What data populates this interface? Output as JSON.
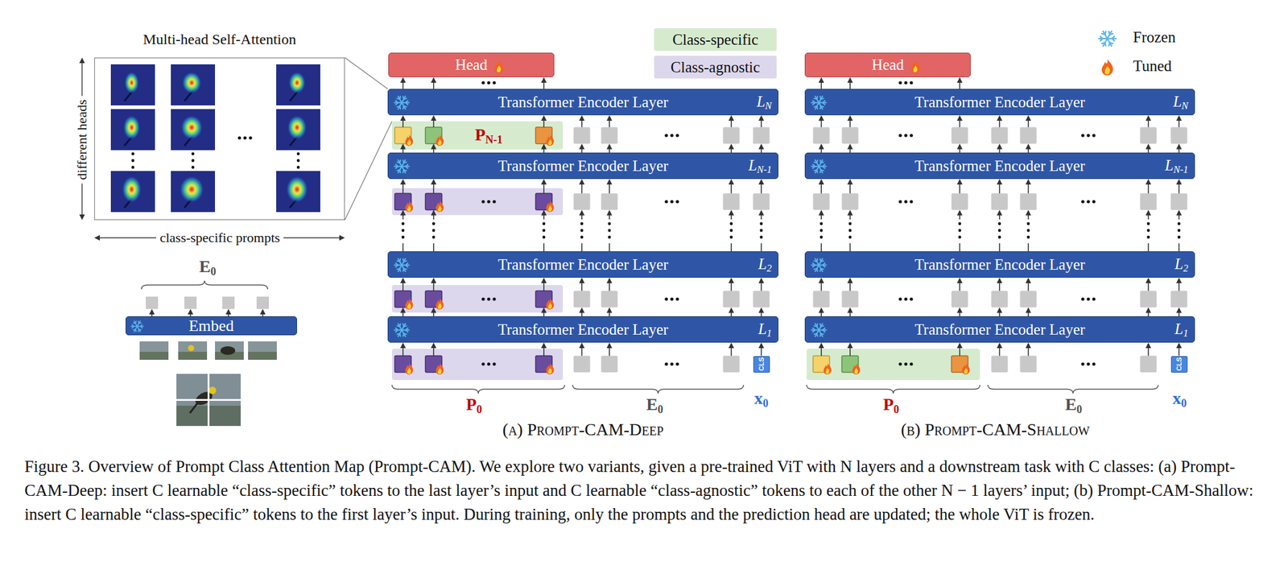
{
  "diagram": {
    "caption": "Figure 3. Overview of Prompt Class Attention Map (Prompt-CAM). We explore two variants, given a pre-trained ViT with N layers and a downstream task with C classes: (a) Prompt-CAM-Deep: insert C learnable “class-specific” tokens to the last layer’s input and C learnable “class-agnostic” tokens to each of the other N − 1 layers’ input; (b) Prompt-CAM-Shallow: insert C learnable “class-specific” tokens to the first layer’s input. During training, only the prompts and the prediction head are updated; the whole ViT is frozen.",
    "nodes": [
      {
        "text": [
          "Multi-head Self-Attention"
        ]
      },
      {
        "text": [
          "Embed"
        ]
      },
      {
        "text": [
          "Head"
        ]
      },
      {
        "text": [
          "Transformer Encoder Layer",
          "LN"
        ]
      },
      {
        "text": [
          "PN-1"
        ]
      },
      {
        "text": [
          "Transformer Encoder Layer",
          "LN-1"
        ]
      },
      {
        "text": [
          "Transformer Encoder Layer",
          "L2"
        ]
      },
      {
        "text": [
          "Transformer Encoder Layer",
          "L1"
        ]
      },
      {
        "text": [
          "CLS"
        ]
      },
      {
        "text": [
          "Head"
        ]
      },
      {
        "text": [
          "Transformer Encoder Layer",
          "LN"
        ]
      },
      {
        "text": [
          "Transformer Encoder Layer",
          "LN-1"
        ]
      },
      {
        "text": [
          "Transformer Encoder Layer",
          "L2"
        ]
      },
      {
        "text": [
          "Transformer Encoder Layer",
          "L1"
        ]
      },
      {
        "text": [
          "CLS"
        ]
      }
    ],
    "edges": [
      {
        "from": 0,
        "to": 3,
        "arrow": "none"
      },
      {
        "from": 3,
        "to": 2,
        "arrow": "to"
      },
      {
        "from": 4,
        "to": 3,
        "arrow": "to"
      },
      {
        "from": 8,
        "to": 7,
        "arrow": "to"
      },
      {
        "from": 10,
        "to": 9,
        "arrow": "to"
      },
      {
        "from": 14,
        "to": 13,
        "arrow": "to"
      }
    ],
    "labels": [
      "different heads",
      "class-specific prompts",
      "E0",
      "P0",
      "E0",
      "x0",
      "(a) Prompt-CAM-Deep",
      "P0",
      "E0",
      "x0",
      "(b) Prompt-CAM-Shallow"
    ],
    "legend": [
      {
        "text": "Class-specific",
        "color": "#d6ebce"
      },
      {
        "text": "Class-agnostic",
        "color": "#ddd7ee"
      },
      {
        "text": "Frozen"
      },
      {
        "text": "Tuned"
      }
    ]
  }
}
